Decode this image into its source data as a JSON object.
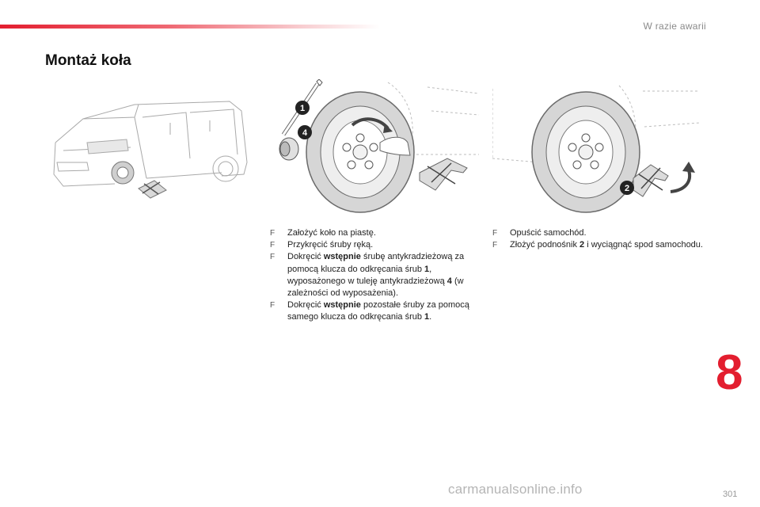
{
  "header": {
    "section_label": "W razie awarii",
    "accent_color": "#e31e2f"
  },
  "title": "Montaż koła",
  "illustrations": {
    "wheel_callouts": [
      "1",
      "4"
    ],
    "lower_callouts": [
      "2"
    ]
  },
  "left_steps": [
    [
      {
        "t": "Założyć koło na piastę."
      }
    ],
    [
      {
        "t": "Przykręcić śruby ręką."
      }
    ],
    [
      {
        "t": "Dokręcić "
      },
      {
        "t": "wstępnie",
        "b": true
      },
      {
        "t": " śrubę antykradzieżową za pomocą klucza do odkręcania śrub "
      },
      {
        "t": "1",
        "b": true
      },
      {
        "t": ", wyposażonego w tuleję antykradzieżową "
      },
      {
        "t": "4",
        "b": true
      },
      {
        "t": " (w zależności od wyposażenia)."
      }
    ],
    [
      {
        "t": "Dokręcić "
      },
      {
        "t": "wstępnie",
        "b": true
      },
      {
        "t": " pozostałe śruby za pomocą samego klucza do odkręcania śrub "
      },
      {
        "t": "1",
        "b": true
      },
      {
        "t": "."
      }
    ]
  ],
  "right_steps": [
    [
      {
        "t": "Opuścić samochód."
      }
    ],
    [
      {
        "t": "Złożyć podnośnik "
      },
      {
        "t": "2",
        "b": true
      },
      {
        "t": " i wyciągnąć spod samochodu."
      }
    ]
  ],
  "bullet_glyph": "F",
  "chapter_number": "8",
  "page_number": "301",
  "watermark": "carmanualsonline.info"
}
